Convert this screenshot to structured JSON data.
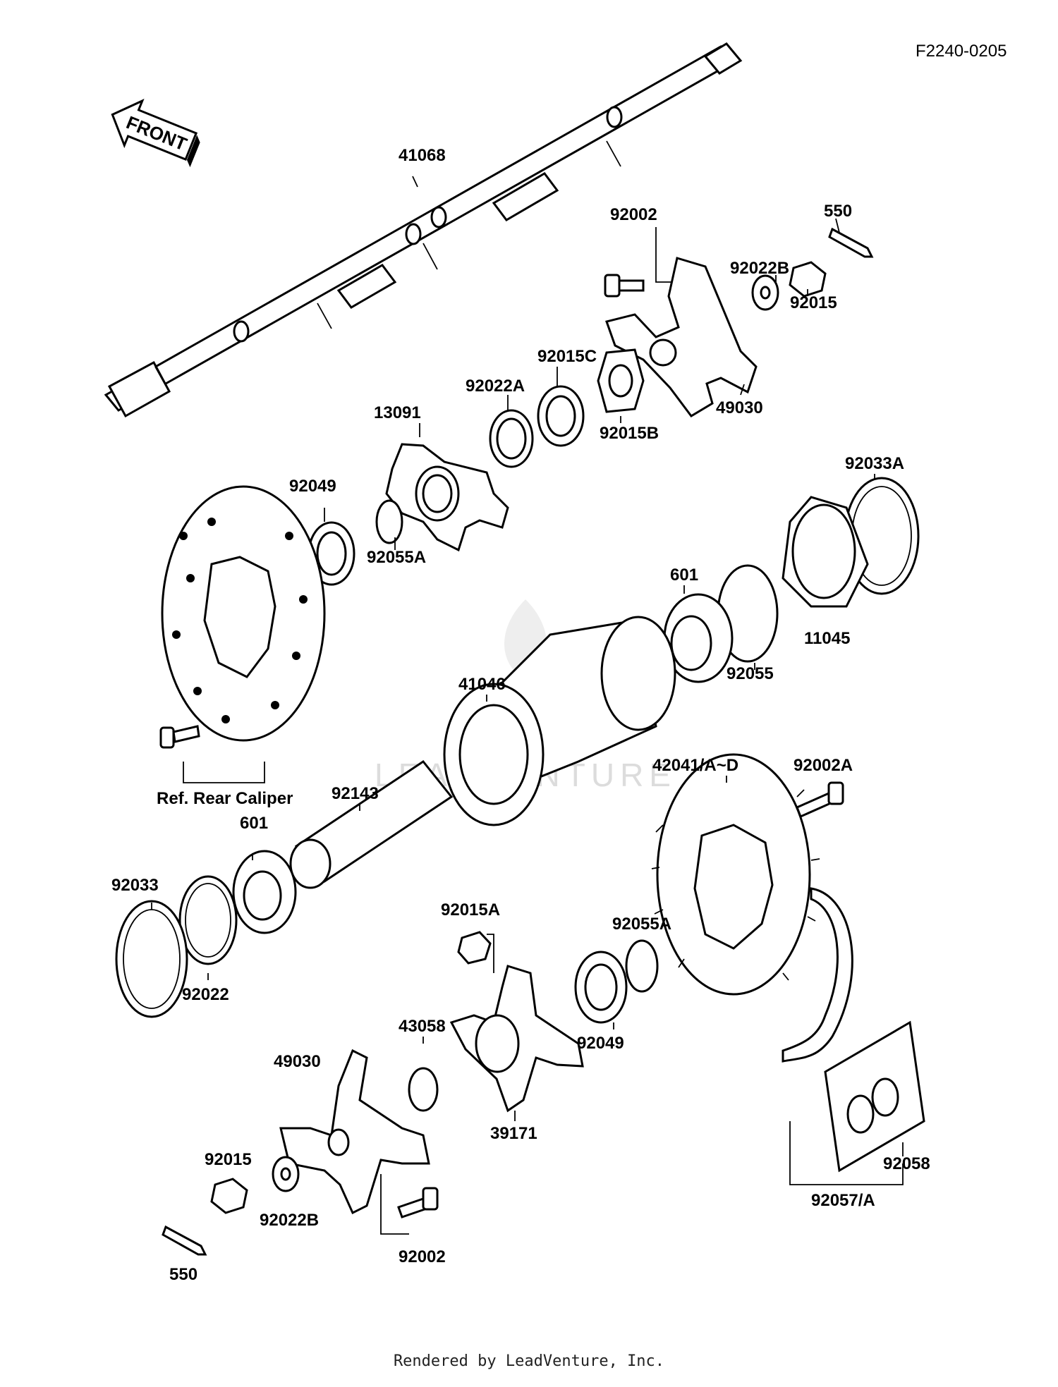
{
  "diagram_code": "F2240-0205",
  "front_label": "FRONT",
  "footer": "Rendered by LeadVenture, Inc.",
  "watermark": "LEADVENTURE",
  "ref_note": "Ref. Rear Caliper",
  "labels": {
    "axle": "41068",
    "bolt_top": "92002",
    "cotter_top": "550",
    "washer_top": "92022B",
    "nut_top": "92015",
    "hub_top": "49030",
    "nut_b": "92015B",
    "nut_c": "92015C",
    "washer_a": "92022A",
    "disc_hub": "13091",
    "seal_left": "92049",
    "oring_left": "92055A",
    "circlip_right": "92033A",
    "cap_right": "11045",
    "bearing_right": "601",
    "oring_right": "92055",
    "housing": "41046",
    "sleeve": "92143",
    "sprocket": "42041/A~D",
    "bolt_sprocket": "92002A",
    "bearing_left": "601",
    "circlip_left": "92033",
    "ring_left": "92022",
    "nut_a": "92015A",
    "oring_lower": "92055A",
    "seal_lower": "92049",
    "sprocket_hub": "39171",
    "circlip_lower": "43058",
    "hub_bottom": "49030",
    "nut_bottom": "92015",
    "washer_bottom": "92022B",
    "cotter_bottom": "550",
    "bolt_bottom": "92002",
    "chain": "92057/A",
    "joint": "92058"
  }
}
